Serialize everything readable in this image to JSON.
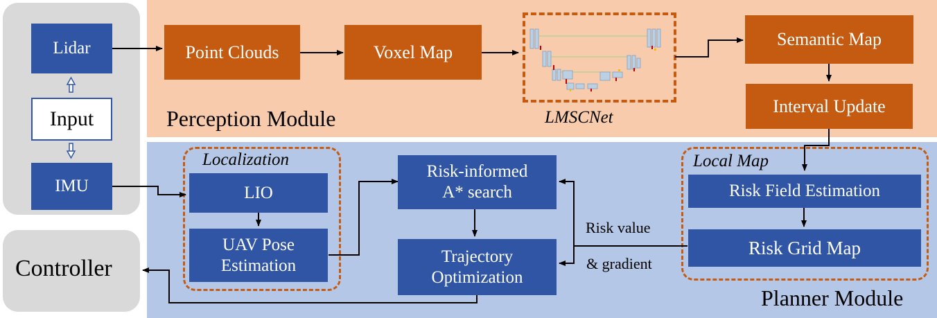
{
  "sensors": {
    "lidar": "Lidar",
    "input": "Input",
    "imu": "IMU"
  },
  "controller": "Controller",
  "perception": {
    "module_label": "Perception Module",
    "point_clouds": "Point Clouds",
    "voxel_map": "Voxel Map",
    "network_label": "LMSCNet",
    "semantic_map": "Semantic Map",
    "interval_update": "Interval Update"
  },
  "planner": {
    "module_label": "Planner Module",
    "localization": {
      "title": "Localization",
      "lio": "LIO",
      "pose_line1": "UAV Pose",
      "pose_line2": "Estimation"
    },
    "search_line1": "Risk-informed",
    "search_line2": "A* search",
    "traj_line1": "Trajectory",
    "traj_line2": "Optimization",
    "risk_value": "Risk value",
    "gradient": "& gradient",
    "local_map": {
      "title": "Local Map",
      "risk_field": "Risk Field Estimation",
      "risk_grid": "Risk Grid Map"
    }
  },
  "colors": {
    "blue_box": "#2f55a4",
    "orange_box": "#c55a11",
    "perception_bg": "#f8cbad",
    "planner_bg": "#b4c7e7",
    "sensor_bg": "#d9d9d9"
  }
}
